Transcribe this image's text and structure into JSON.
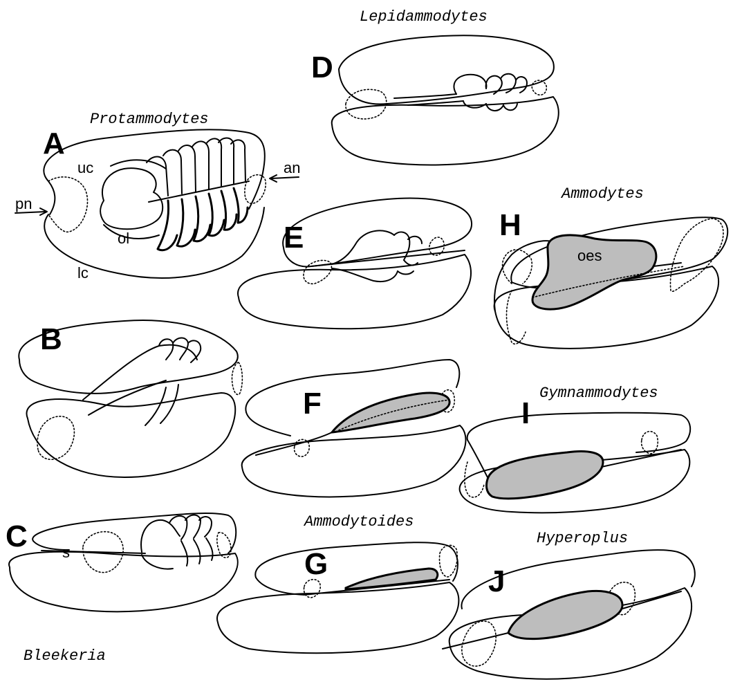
{
  "genera": {
    "protammodytes": "Protammodytes",
    "lepidammodytes": "Lepidammodytes",
    "ammodytes": "Ammodytes",
    "gymnammodytes": "Gymnammodytes",
    "ammodytoides": "Ammodytoides",
    "hyperoplus": "Hyperoplus",
    "bleekeria": "Bleekeria"
  },
  "panels": {
    "A": "A",
    "B": "B",
    "C": "C",
    "D": "D",
    "E": "E",
    "F": "F",
    "G": "G",
    "H": "H",
    "I": "I",
    "J": "J"
  },
  "labels": {
    "uc": "uc",
    "lc": "lc",
    "ol": "ol",
    "pn": "pn",
    "an": "an",
    "oes": "oes",
    "s": "s"
  }
}
